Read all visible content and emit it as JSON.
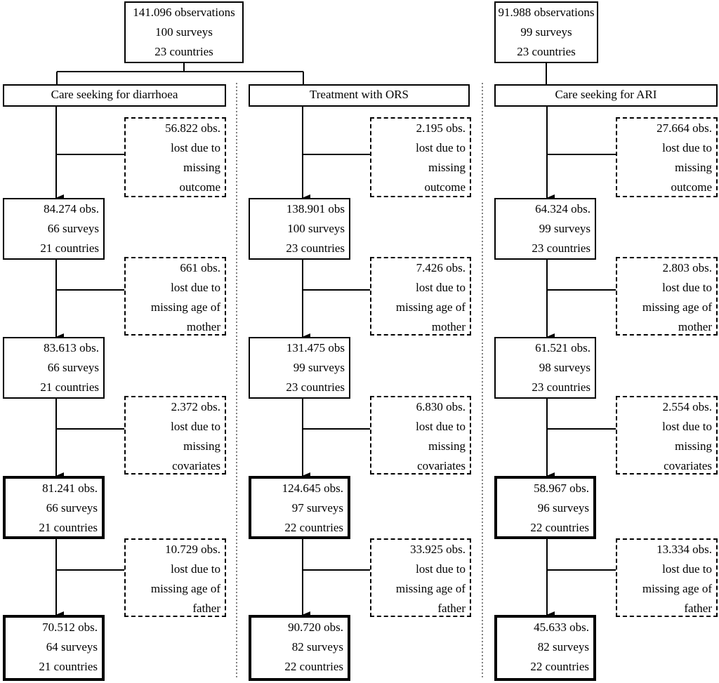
{
  "top_boxes": {
    "main": [
      "141.096 observations",
      "100 surveys",
      "23 countries"
    ],
    "ari": [
      "91.988 observations",
      "99 surveys",
      "23 countries"
    ]
  },
  "columns": [
    {
      "title": "Care seeking for diarrhoea",
      "losses": [
        [
          "56.822 obs.",
          "lost due to",
          "missing",
          "outcome"
        ],
        [
          "661 obs.",
          "lost due to",
          "missing age of",
          "mother"
        ],
        [
          "2.372 obs.",
          "lost due to",
          "missing",
          "covariates"
        ],
        [
          "10.729 obs.",
          "lost due to",
          "missing age of",
          "father"
        ]
      ],
      "steps": [
        [
          "84.274 obs.",
          "66 surveys",
          "21 countries"
        ],
        [
          "83.613 obs.",
          "66 surveys",
          "21 countries"
        ],
        [
          "81.241 obs.",
          "66 surveys",
          "21 countries"
        ],
        [
          "70.512 obs.",
          "64 surveys",
          "21 countries"
        ]
      ]
    },
    {
      "title": "Treatment with ORS",
      "losses": [
        [
          "2.195 obs.",
          "lost due to",
          "missing",
          "outcome"
        ],
        [
          "7.426 obs.",
          "lost due to",
          "missing age of",
          "mother"
        ],
        [
          "6.830 obs.",
          "lost due to",
          "missing",
          "covariates"
        ],
        [
          "33.925 obs.",
          "lost due to",
          "missing age of",
          "father"
        ]
      ],
      "steps": [
        [
          "138.901 obs",
          "100 surveys",
          "23 countries"
        ],
        [
          "131.475 obs",
          "99 surveys",
          "23 countries"
        ],
        [
          "124.645 obs.",
          "97 surveys",
          "22 countries"
        ],
        [
          "90.720 obs.",
          "82 surveys",
          "22 countries"
        ]
      ]
    },
    {
      "title": "Care seeking for ARI",
      "losses": [
        [
          "27.664 obs.",
          "lost due to",
          "missing",
          "outcome"
        ],
        [
          "2.803 obs.",
          "lost due to",
          "missing age of",
          "mother"
        ],
        [
          "2.554 obs.",
          "lost due to",
          "missing",
          "covariates"
        ],
        [
          "13.334 obs.",
          "lost due to",
          "missing age of",
          "father"
        ]
      ],
      "steps": [
        [
          "64.324 obs.",
          "99 surveys",
          "23 countries"
        ],
        [
          "61.521 obs.",
          "98 surveys",
          "23 countries"
        ],
        [
          "58.967 obs.",
          "96 surveys",
          "22 countries"
        ],
        [
          "45.633 obs.",
          "82 surveys",
          "22 countries"
        ]
      ]
    }
  ]
}
